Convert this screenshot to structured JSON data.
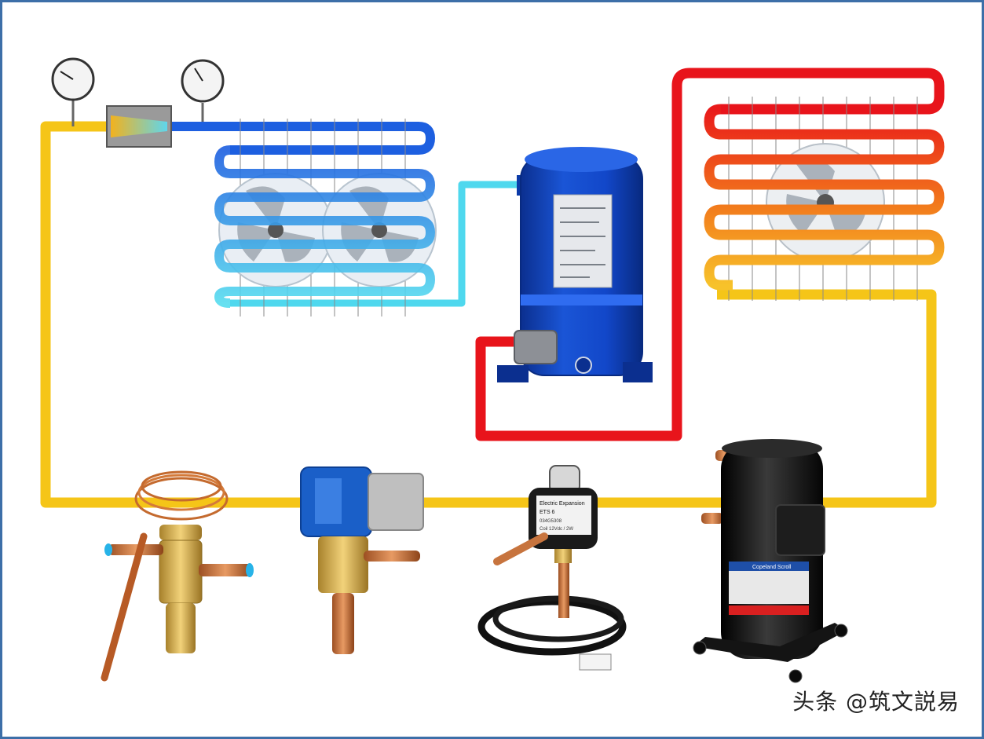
{
  "watermark": {
    "text": "头条 @筑文説易"
  },
  "device_labels": {
    "eev_title": "Electric Expansion",
    "eev_model": "ETS 6",
    "eev_code": "034G5308",
    "eev_spec": "Coil 12Vdc / 2W",
    "scroll_brand": "Copeland Scroll"
  },
  "colors": {
    "frame": "#3d6fa8",
    "liquid_line": "#f5c518",
    "discharge_line": "#e8141b",
    "suction_line": "#4fd8ee",
    "evaporator_top": "#1d5fe0",
    "evaporator_bottom": "#56dcef",
    "condenser_top": "#e91a1a",
    "condenser_bottom": "#f7c22a",
    "compressor_blue": "#1247c9",
    "scroll_black": "#111111"
  },
  "icons": [
    "pressure-gauge-icon",
    "expansion-valve-icon",
    "fan-icon",
    "compressor-icon",
    "thermal-expansion-valve-icon",
    "solenoid-valve-icon",
    "electronic-expansion-valve-icon",
    "scroll-compressor-icon"
  ]
}
